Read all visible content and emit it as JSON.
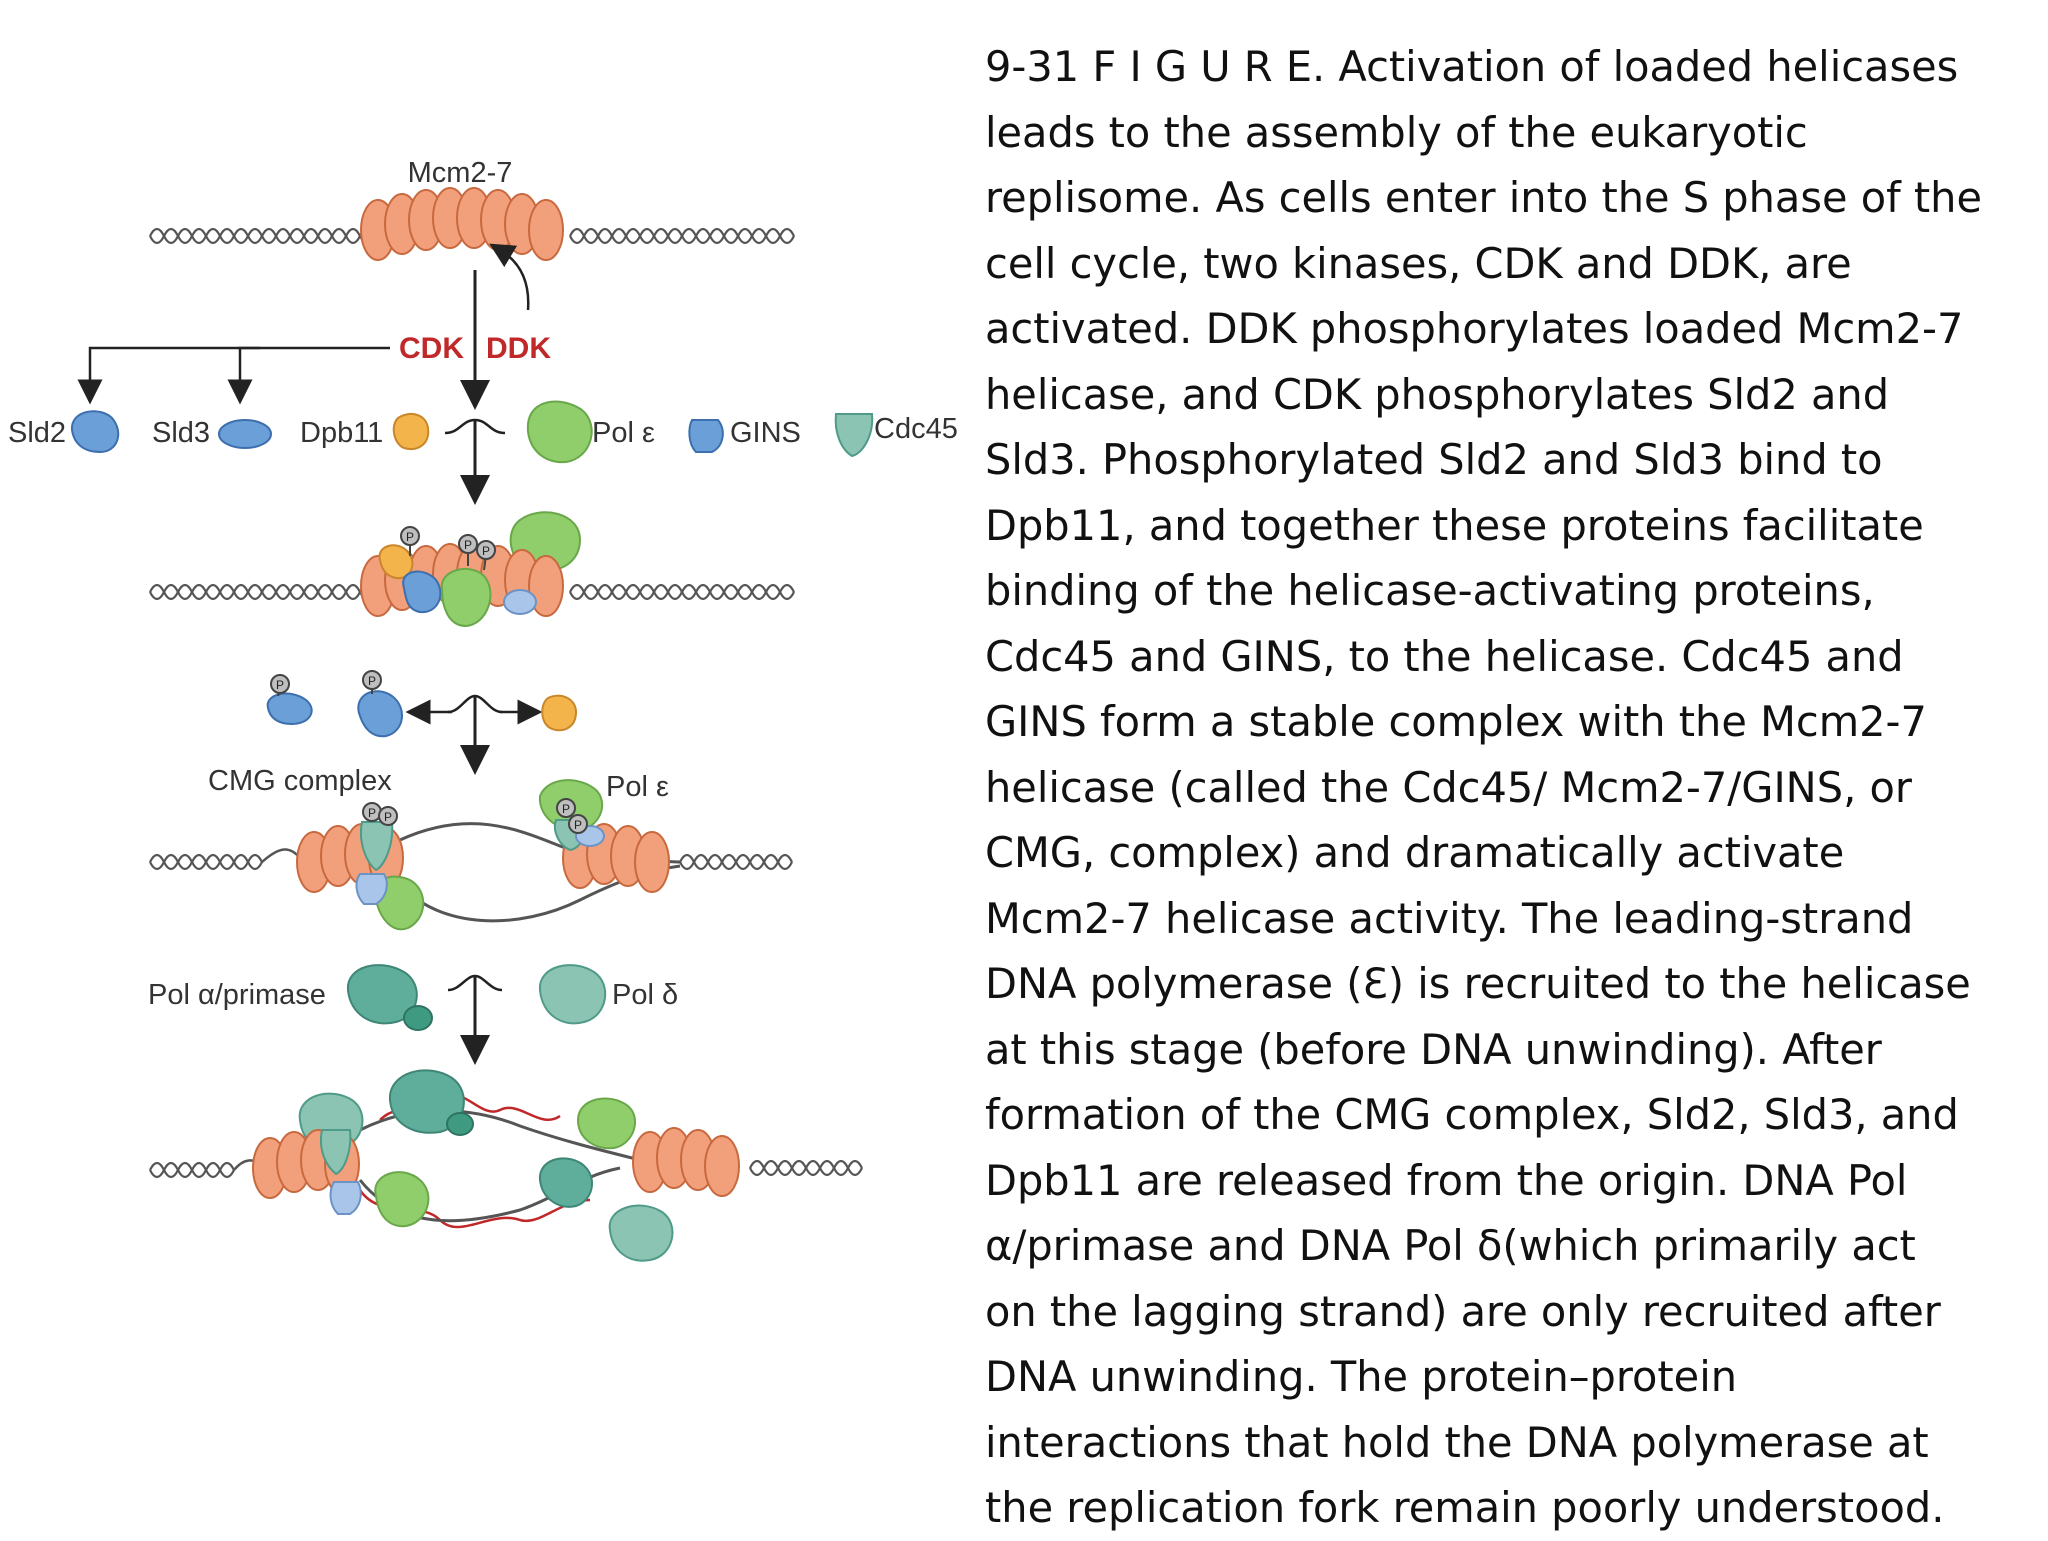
{
  "diagram": {
    "labels": {
      "mcm": "Mcm2-7",
      "cdk": "CDK",
      "ddk": "DDK",
      "sld2": "Sld2",
      "sld3": "Sld3",
      "dpb11": "Dpb11",
      "pol_epsilon": "Pol ε",
      "gins": "GINS",
      "cdc45": "Cdc45",
      "cmg_complex": "CMG complex",
      "pol_epsilon_2": "Pol ε",
      "pol_alpha_primase": "Pol α/primase",
      "pol_delta": "Pol δ"
    },
    "phospho_marker": "P",
    "colors": {
      "helicase": "#f2a07b",
      "helicase_stroke": "#c8693f",
      "blue": "#6b9fd8",
      "light_blue": "#a9c6ea",
      "orange": "#f3b44c",
      "green": "#8fce6a",
      "teal": "#5fae9c",
      "teal_light": "#8cc4b4",
      "red_label": "#c0282a"
    }
  },
  "caption": {
    "lines": [
      "9-31 F I G U R E. Activation of loaded  helicases",
      "leads to the assembly of the eukaryotic",
      "replisome. As cells enter into the S phase of the",
      "cell cycle, two kinases, CDK and DDK, are",
      "activated. DDK phosphorylates loaded Mcm2-7",
      "helicase, and CDK phosphorylates Sld2 and",
      "Sld3. Phosphorylated Sld2 and Sld3 bind to",
      "Dpb11, and together these proteins facilitate",
      "binding of the helicase-activating proteins,",
      "Cdc45 and GINS, to the helicase. Cdc45 and",
      "GINS form a stable complex with the Mcm2-7",
      "helicase (called the Cdc45/ Mcm2-7/GINS, or",
      "CMG, complex) and dramatically activate",
      "Mcm2-7 helicase activity. The leading-strand",
      "DNA polymerase (Ɛ) is recruited to the helicase",
      "at this stage (before DNA unwinding). After",
      "formation of the CMG complex, Sld2, Sld3, and",
      "Dpb11 are released from the origin. DNA Pol",
      "α/primase and DNA Pol δ(which primarily act",
      "on the lagging strand) are only recruited after",
      "DNA unwinding. The protein–protein",
      "interactions that hold the DNA polymerase at",
      "the replication fork remain poorly understood."
    ]
  }
}
